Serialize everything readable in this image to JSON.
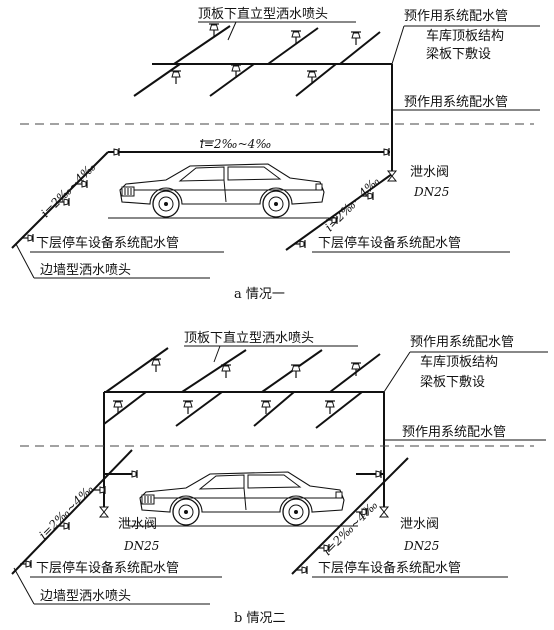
{
  "figure_a": {
    "label_sprinkler_top": "顶板下直立型洒水喷头",
    "label_preaction_main": "预作用系统配水管",
    "label_ceiling_1": "车库顶板结构",
    "label_ceiling_2": "梁板下敷设",
    "label_preaction_riser": "预作用系统配水管",
    "label_slope_top": "i=2‰~4‰",
    "label_slope_left": "i=2‰~4‰",
    "label_slope_right": "i=2‰~4‰",
    "label_drain_valve": "泄水阀",
    "label_drain_dn": "DN25",
    "label_lower_left": "下层停车设备系统配水管",
    "label_lower_right": "下层停车设备系统配水管",
    "label_sidewall": "边墙型洒水喷头",
    "caption": "a 情况一"
  },
  "figure_b": {
    "label_sprinkler_top": "顶板下直立型洒水喷头",
    "label_preaction_main": "预作用系统配水管",
    "label_ceiling_1": "车库顶板结构",
    "label_ceiling_2": "梁板下敷设",
    "label_preaction_riser": "预作用系统配水管",
    "label_slope_left": "i=2‰~4‰",
    "label_slope_right": "i=2‰~4‰",
    "label_drain_valve_left": "泄水阀",
    "label_drain_dn_left": "DN25",
    "label_drain_valve_right": "泄水阀",
    "label_drain_dn_right": "DN25",
    "label_lower_left": "下层停车设备系统配水管",
    "label_lower_right": "下层停车设备系统配水管",
    "label_sidewall": "边墙型洒水喷头",
    "caption": "b 情况二"
  }
}
